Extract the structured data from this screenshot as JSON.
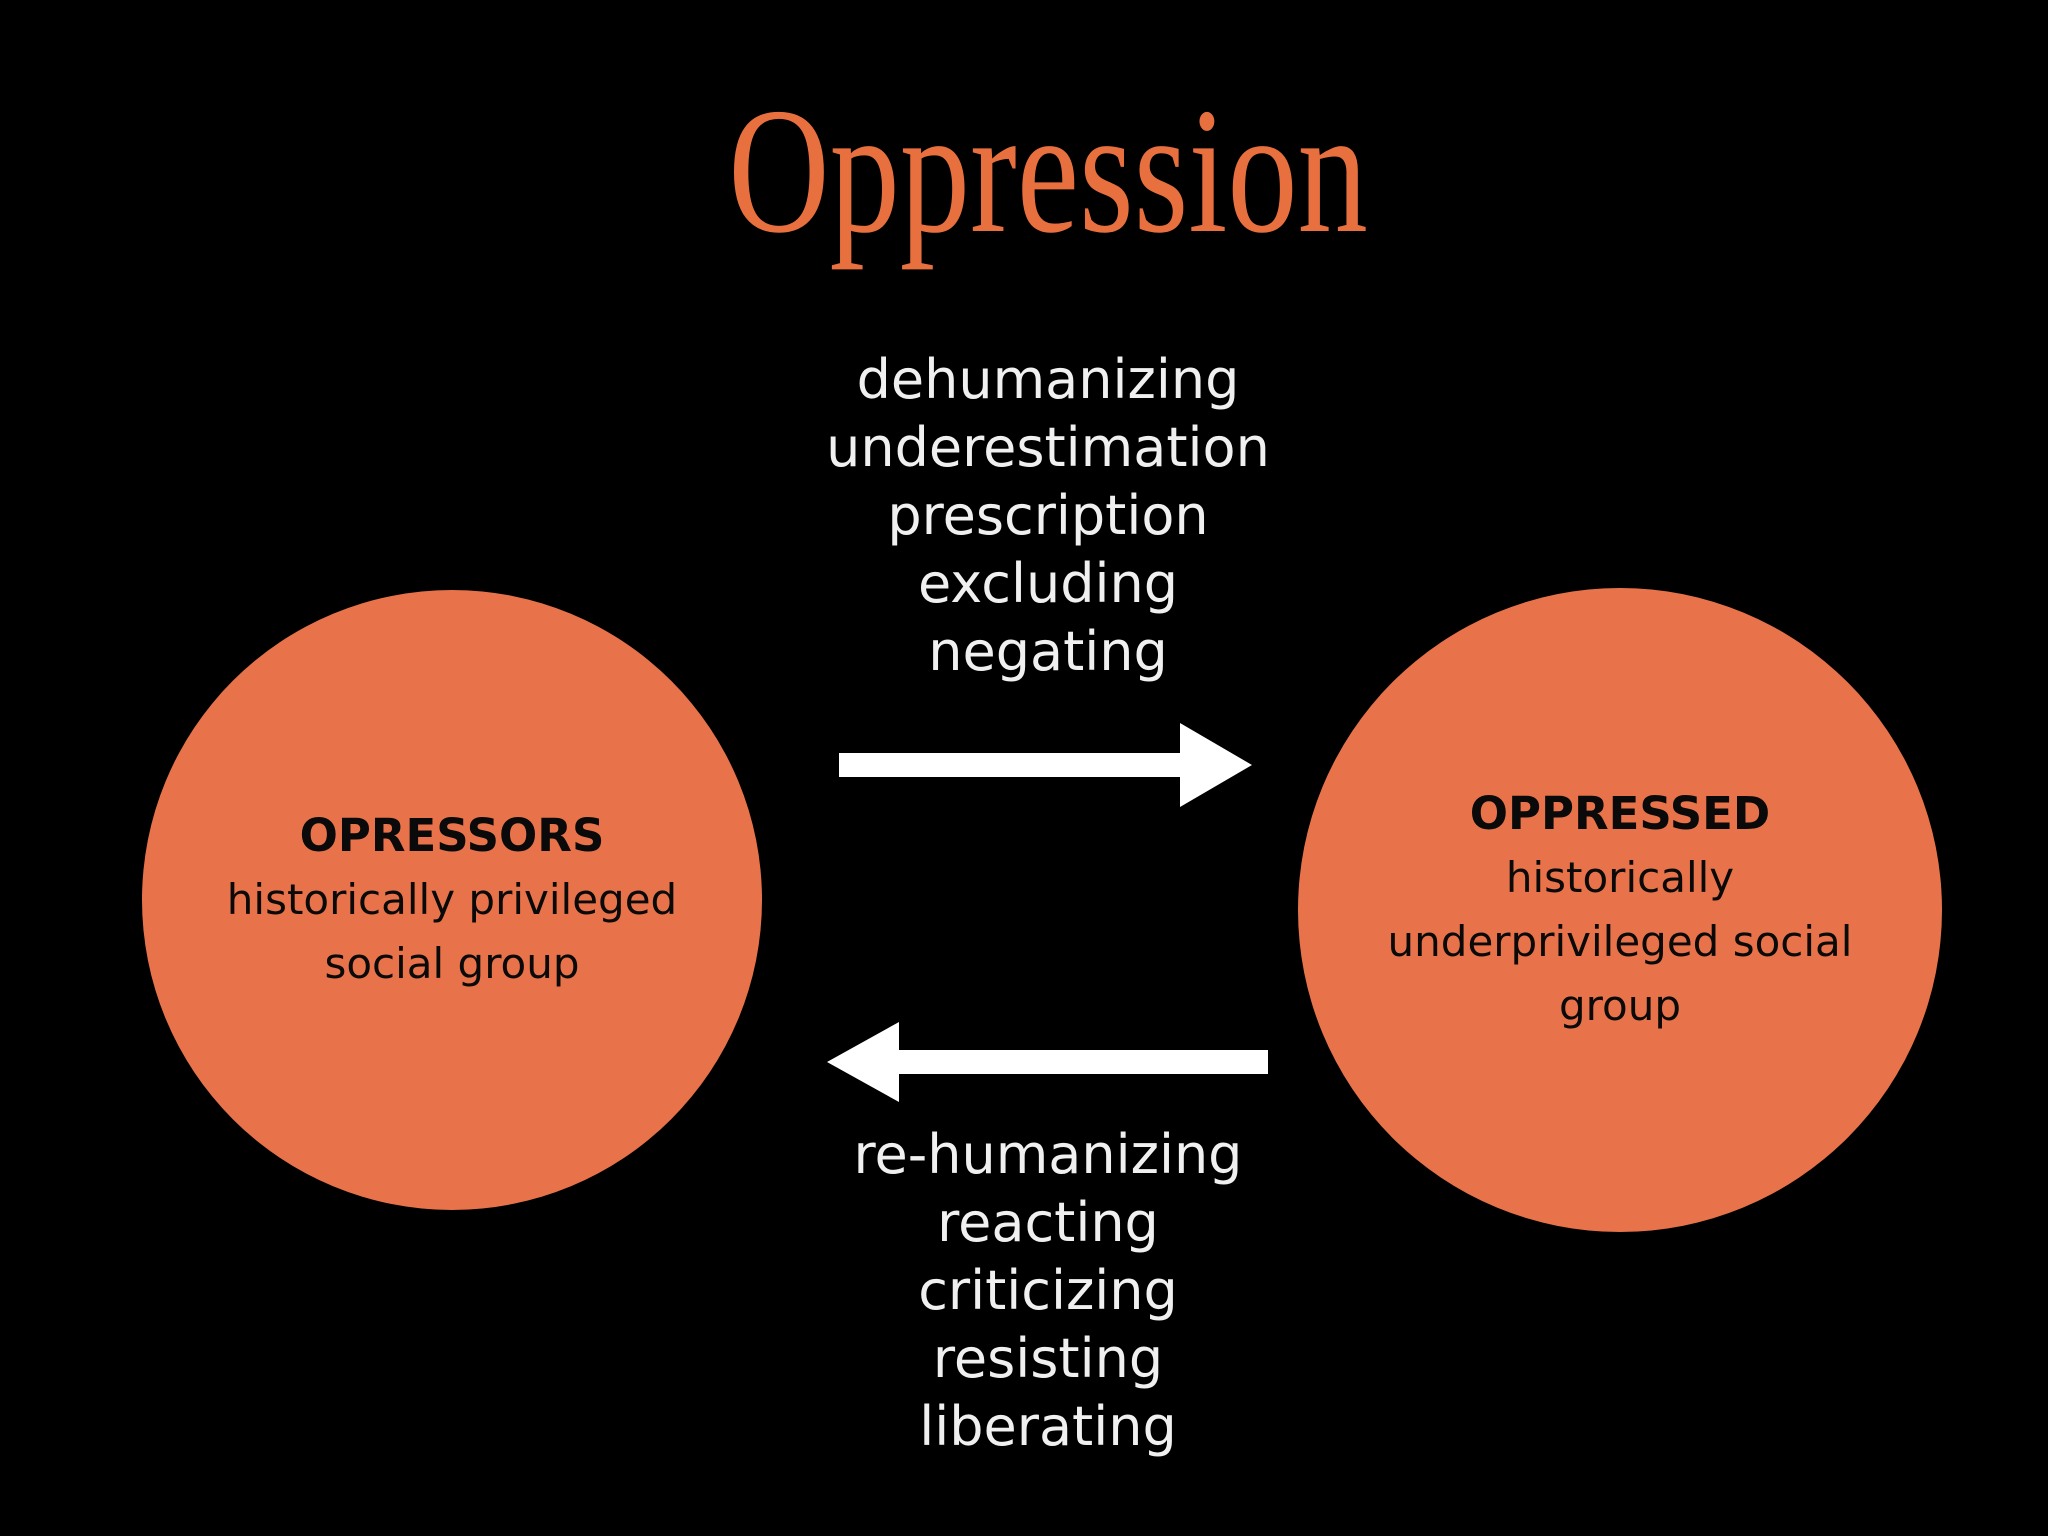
{
  "slide": {
    "title": "Oppression",
    "colors": {
      "background": "#000000",
      "title_text": "#E8703F",
      "circle_fill": "#E8734A",
      "circle_text": "#0A0A0A",
      "list_text": "#F0F0F0",
      "arrow": "#FFFFFF"
    }
  },
  "oppressors_circle": {
    "heading": "OPRESSORS",
    "lines": [
      "historically privileged",
      "social group"
    ]
  },
  "oppressed_circle": {
    "heading": "OPPRESSED",
    "lines": [
      "historically",
      "underprivileged social",
      "group"
    ]
  },
  "oppression_actions": [
    "dehumanizing",
    "underestimation",
    "prescription",
    "excluding",
    "negating"
  ],
  "resistance_actions": [
    "re-humanizing",
    "reacting",
    "criticizing",
    "resisting",
    "liberating"
  ]
}
